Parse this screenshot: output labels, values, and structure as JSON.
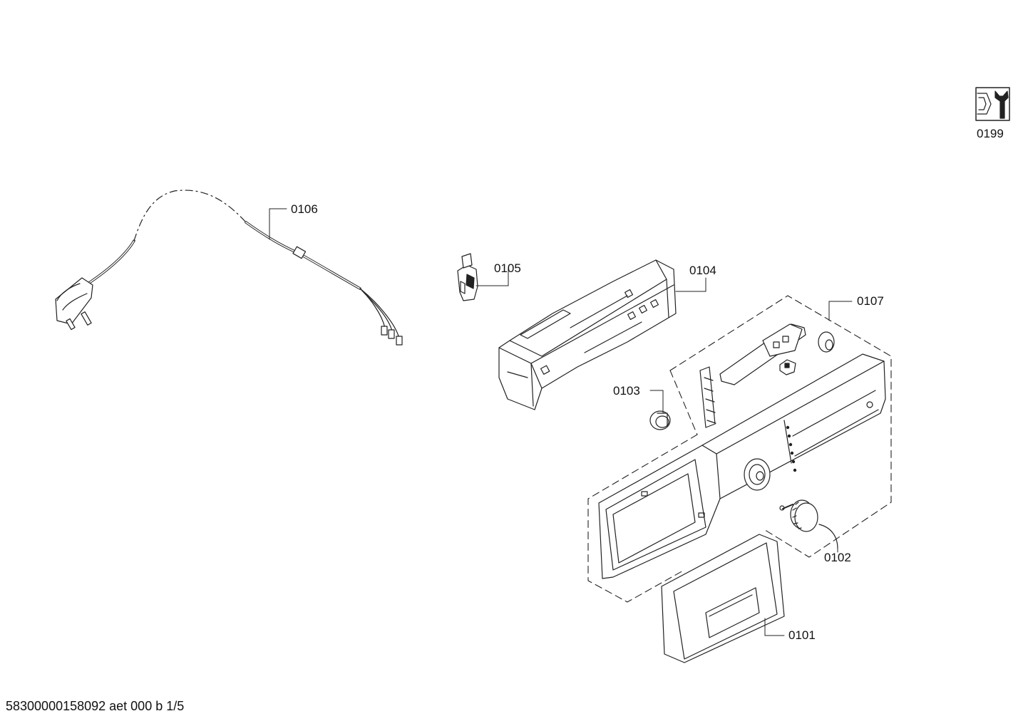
{
  "diagram": {
    "parts": [
      {
        "id": "p0199",
        "label": "0199"
      },
      {
        "id": "p0106",
        "label": "0106"
      },
      {
        "id": "p0105",
        "label": "0105"
      },
      {
        "id": "p0104",
        "label": "0104"
      },
      {
        "id": "p0107",
        "label": "0107"
      },
      {
        "id": "p0103",
        "label": "0103"
      },
      {
        "id": "p0102",
        "label": "0102"
      },
      {
        "id": "p0101",
        "label": "0101"
      }
    ],
    "footer": "58300000158092 aet 000 b 1/5"
  },
  "colors": {
    "line": "#222222",
    "background": "#ffffff"
  }
}
